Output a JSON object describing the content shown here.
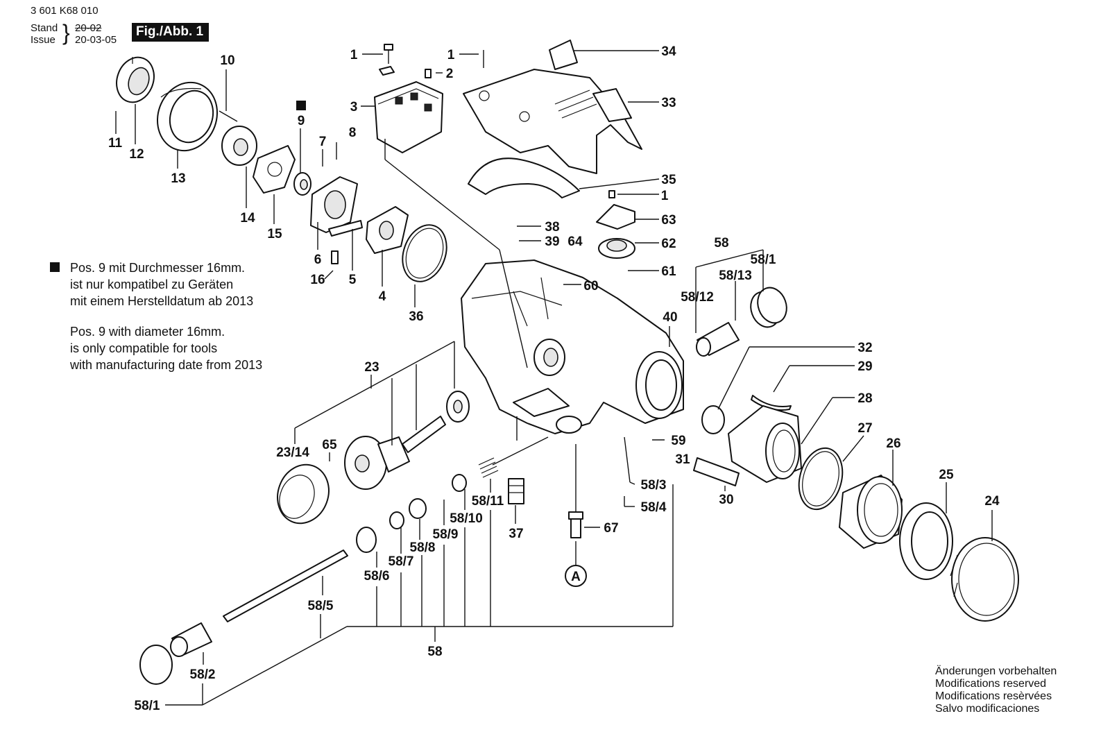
{
  "header": {
    "doc_number": "3 601 K68 010",
    "stand_label": "Stand",
    "issue_label": "Issue",
    "stand_date": "20-02",
    "issue_date": "20-03-05",
    "fig_label": "Fig./Abb. 1"
  },
  "note": {
    "de": [
      "Pos. 9 mit Durchmesser 16mm.",
      "ist nur kompatibel zu Geräten",
      "mit einem Herstelldatum ab 2013"
    ],
    "en": [
      "Pos. 9 with diameter 16mm.",
      "is only compatible for tools",
      "with manufacturing date from 2013"
    ]
  },
  "footer": [
    "Änderungen vorbehalten",
    "Modifications reserved",
    "Modifications resèrvées",
    "Salvo modificaciones"
  ],
  "callouts": [
    "1",
    "1",
    "2",
    "3",
    "34",
    "33",
    "10",
    "11",
    "12",
    "13",
    "14",
    "15",
    "9",
    "7",
    "8",
    "6",
    "16",
    "5",
    "4",
    "36",
    "35",
    "1",
    "63",
    "62",
    "61",
    "38",
    "39",
    "64",
    "60",
    "58",
    "58/1",
    "58/13",
    "58/12",
    "40",
    "32",
    "29",
    "28",
    "27",
    "26",
    "25",
    "24",
    "23",
    "23/14",
    "65",
    "59",
    "31",
    "58/3",
    "58/4",
    "30",
    "58/11",
    "58/10",
    "58/9",
    "58/8",
    "58/7",
    "58/6",
    "37",
    "67",
    "A",
    "58/5",
    "58",
    "58/2",
    "58/1"
  ]
}
